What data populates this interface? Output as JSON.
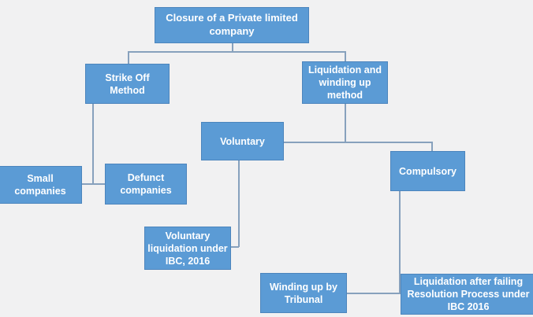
{
  "diagram": {
    "title": "Closure of a Private limited company",
    "nodes": [
      {
        "id": "closure",
        "label": "Closure of a Private limited company"
      },
      {
        "id": "strike-off",
        "label": "Strike Off Method"
      },
      {
        "id": "liquidation-winding",
        "label": "Liquidation and winding up method"
      },
      {
        "id": "voluntary",
        "label": "Voluntary"
      },
      {
        "id": "compulsory",
        "label": "Compulsory"
      },
      {
        "id": "small-companies",
        "label": "Small companies"
      },
      {
        "id": "defunct-companies",
        "label": "Defunct companies"
      },
      {
        "id": "voluntary-liquidation-ibc",
        "label": "Voluntary liquidation under IBC, 2016"
      },
      {
        "id": "winding-up-tribunal",
        "label": "Winding up by Tribunal"
      },
      {
        "id": "liquidation-after-failing",
        "label": "Liquidation after failing Resolution Process under IBC 2016"
      }
    ],
    "edges": [
      {
        "from": "closure",
        "to": "strike-off"
      },
      {
        "from": "closure",
        "to": "liquidation-winding"
      },
      {
        "from": "liquidation-winding",
        "to": "voluntary"
      },
      {
        "from": "liquidation-winding",
        "to": "compulsory"
      },
      {
        "from": "strike-off",
        "to": "small-companies"
      },
      {
        "from": "strike-off",
        "to": "defunct-companies"
      },
      {
        "from": "voluntary",
        "to": "voluntary-liquidation-ibc"
      },
      {
        "from": "compulsory",
        "to": "winding-up-tribunal"
      },
      {
        "from": "compulsory",
        "to": "liquidation-after-failing"
      }
    ]
  },
  "colors": {
    "node-fill": "#5B9BD5",
    "node-border": "#4C85BD",
    "node-text": "#FFFFFF",
    "connector": "#87A1BD",
    "background": "#F1F1F2"
  }
}
